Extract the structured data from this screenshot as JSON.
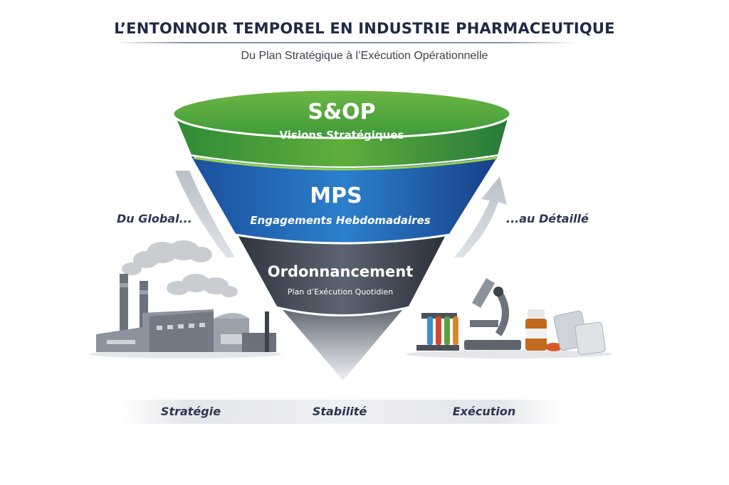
{
  "header": {
    "title": "L’ENTONNOIR TEMPOREL EN INDUSTRIE PHARMACEUTIQUE",
    "subtitle": "Du Plan Stratégique à l’Exécution Opérationnelle"
  },
  "funnel": {
    "levels": [
      {
        "title": "S&OP",
        "subtitle": "Visions Stratégiques",
        "color": "#3f9a3a"
      },
      {
        "title": "MPS",
        "subtitle": "Engagements Hebdomadaires",
        "color": "#1f5fae"
      },
      {
        "title": "Ordonnancement",
        "subtitle": "Plan d’Exécution Quotidien",
        "color": "#3d4450"
      }
    ]
  },
  "side_labels": {
    "left": "Du Global...",
    "right": "...au Détaillé"
  },
  "bottom_axis": {
    "labels": [
      "Stratégie",
      "Stabilité",
      "Exécution"
    ]
  }
}
